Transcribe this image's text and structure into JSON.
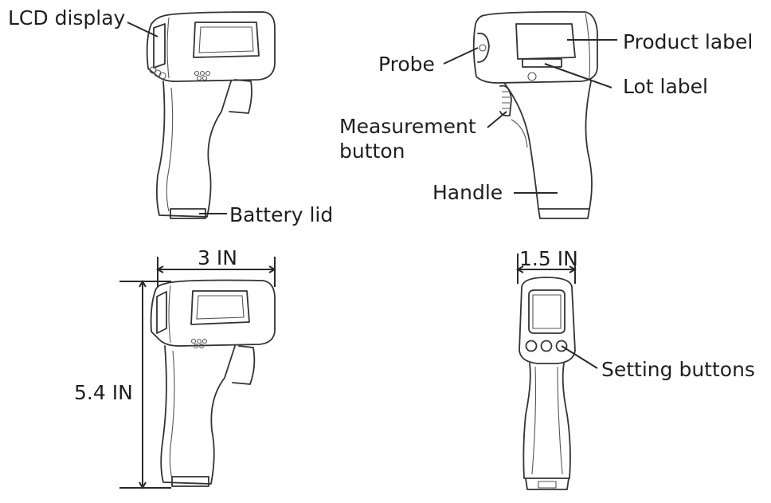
{
  "labels": {
    "lcd_display": "LCD display",
    "battery_lid": "Battery lid",
    "probe": "Probe",
    "product_label": "Product label",
    "lot_label": "Lot label",
    "measurement_button": "Measurement\nbutton",
    "handle": "Handle",
    "width": "3 IN",
    "height": "5.4 IN",
    "depth": "1.5 IN",
    "setting_buttons": "Setting buttons"
  }
}
